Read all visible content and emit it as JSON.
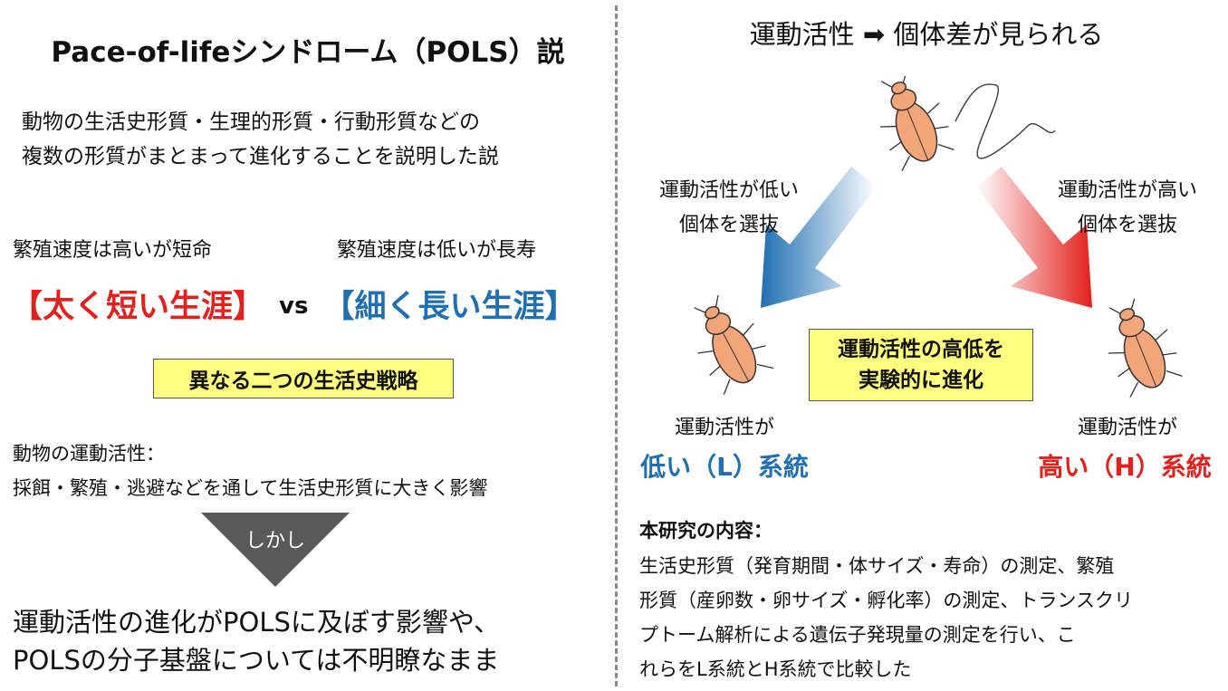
{
  "left": {
    "title": "Pace-of-lifeシンドローム（POLS）説",
    "description": [
      "動物の生活史形質・生理的形質・行動形質などの",
      "複数の形質がまとまって進化することを説明した説"
    ],
    "fast_desc": "繁殖速度は高いが短命",
    "slow_desc": "繁殖速度は低いが長寿",
    "fast_label": "【太く短い生涯】",
    "vs": "vs",
    "slow_label": "【細く長い生涯】",
    "strategy_box": "異なる二つの生活史戦略",
    "activity_heading": "動物の運動活性：",
    "activity_text": "採餌・繁殖・逃避などを通して生活史形質に大きく影響",
    "however": "しかし",
    "conclusion": [
      "運動活性の進化がPOLSに及ぼす影響や、",
      "POLSの分子基盤については不明瞭なまま"
    ]
  },
  "right": {
    "title": "運動活性 ➡ 個体差が見られる",
    "select_low": [
      "運動活性が低い",
      "個体を選抜"
    ],
    "select_high": [
      "運動活性が高い",
      "個体を選抜"
    ],
    "evolve_box": [
      "運動活性の高低を",
      "実験的に進化"
    ],
    "low_prefix": "運動活性が",
    "low_line": "低い（L）系統",
    "high_prefix": "運動活性が",
    "high_line": "高い（H）系統",
    "study_heading": "本研究の内容：",
    "study_text": [
      "生活史形質（発育期間・体サイズ・寿命）の測定、繁殖",
      "形質（産卵数・卵サイズ・孵化率）の測定、トランスクリ",
      "プトーム解析による遺伝子発現量の測定を行い、こ",
      "れらをL系統とH系統で比較した"
    ]
  },
  "colors": {
    "red": "#e3201c",
    "blue": "#1f6fb2",
    "highlight": "#ffff80",
    "beetle": "#f3a57a",
    "arrow_dark": "#595959"
  },
  "icons": [
    "beetle-icon",
    "down-triangle-icon",
    "arrow-down-left-icon",
    "arrow-down-right-icon"
  ]
}
